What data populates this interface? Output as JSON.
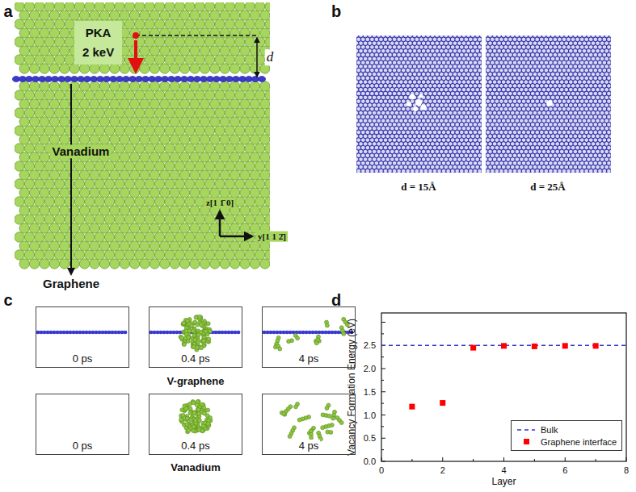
{
  "diagram": {
    "nodes": [
      {
        "text": [
          "PKA",
          "2 keV"
        ]
      },
      {
        "text": [
          "0 ps"
        ]
      },
      {
        "text": [
          "0.4 ps"
        ]
      },
      {
        "text": [
          "4 ps"
        ]
      },
      {
        "text": [
          "0 ps"
        ]
      },
      {
        "text": [
          "0.4 ps"
        ]
      },
      {
        "text": [
          "4 ps"
        ]
      }
    ],
    "labels": [
      "a",
      "d",
      "Vanadium",
      "Graphene",
      "z[1 1̄ 0]",
      "y[1 1 2̄]",
      "b",
      "d = 15Å",
      "d = 25Å",
      "c",
      "V-graphene",
      "Vanadium",
      "d",
      "Vacancy Formation Energy (eV)",
      "0.0",
      "0.5",
      "1.0",
      "1.5",
      "2.0",
      "2.5",
      "0",
      "2",
      "4",
      "6",
      "8",
      "Layer"
    ],
    "legend": [
      {
        "text": "Bulk"
      },
      {
        "text": "Graphene interface",
        "color": "#ff0000"
      }
    ]
  }
}
